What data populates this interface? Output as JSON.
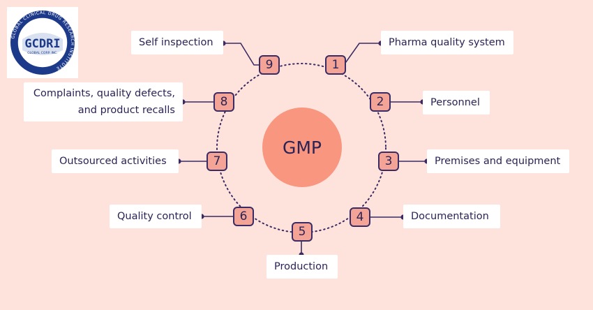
{
  "center_label": "GMP",
  "logo": {
    "text": "GCDRI",
    "ring_text": "GLOBAL CLINICAL DRUG RESEARCH INSTITUTE",
    "sub_text": "GLOBAL CORP. INC."
  },
  "steps": [
    {
      "number": "1",
      "label": [
        "Pharma quality system"
      ]
    },
    {
      "number": "2",
      "label": [
        "Personnel"
      ]
    },
    {
      "number": "3",
      "label": [
        "Premises and equipment"
      ]
    },
    {
      "number": "4",
      "label": [
        "Documentation"
      ]
    },
    {
      "number": "5",
      "label": [
        "Production"
      ]
    },
    {
      "number": "6",
      "label": [
        "Quality control"
      ]
    },
    {
      "number": "7",
      "label": [
        "Outsourced activities"
      ]
    },
    {
      "number": "8",
      "label": [
        "Complaints, quality defects,",
        "and product recalls"
      ]
    },
    {
      "number": "9",
      "label": [
        "Self inspection"
      ]
    }
  ],
  "colors": {
    "background": "#fde3dc",
    "center_fill": "#f9967f",
    "badge_fill": "#f4a496",
    "stroke": "#3a2b63",
    "text": "#2a2355",
    "logo_ring": "#1d3a8a"
  }
}
